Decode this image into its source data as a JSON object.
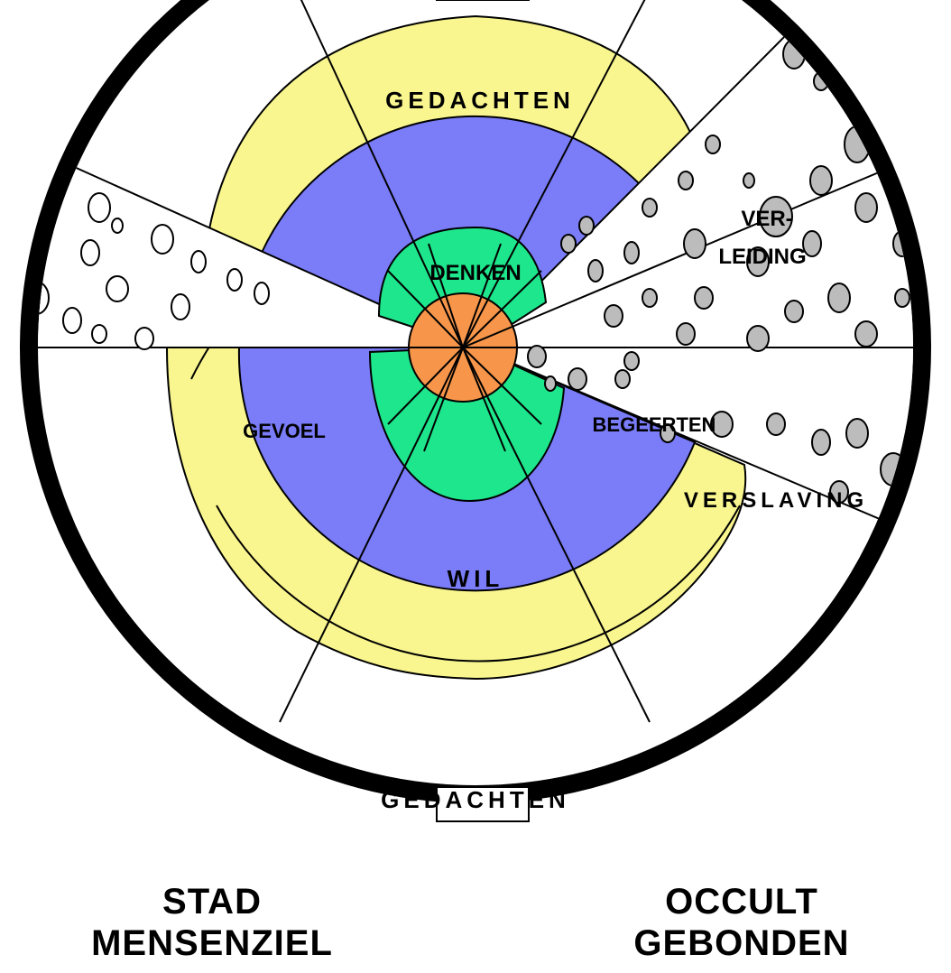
{
  "labels": {
    "top_thoughts": "GEDACHTEN",
    "bottom_thoughts": "GEDACHTEN",
    "thinking": "DENKEN",
    "will": "WIL",
    "feeling": "GEVOEL",
    "temptation_line1": "VER-",
    "temptation_line2": "LEIDING",
    "desires": "BEGEERTEN",
    "addiction": "VERSLAVING"
  },
  "captions": {
    "left_line1": "STAD",
    "left_line2": "MENSENZIEL",
    "right_line1": "OCCULT",
    "right_line2": "GEBONDEN"
  },
  "colors": {
    "thoughts": "#f9f68f",
    "thinking": "#7a7cf8",
    "will": "#1ee68c",
    "core": "#f7964a",
    "wall": "#000000",
    "dark_stones": "#bcbcbc",
    "light_stones": "#ffffff"
  }
}
